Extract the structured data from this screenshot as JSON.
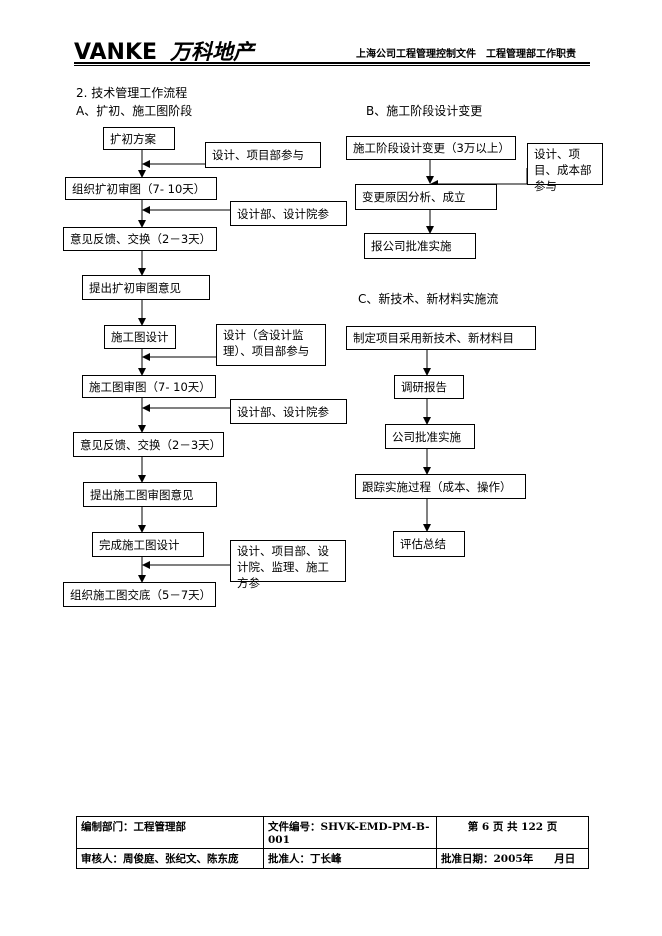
{
  "header": {
    "logo_latin": "VANKE",
    "logo_cn": "万科地产",
    "doc_title": "上海公司工程管理控制文件　工程管理部工作职责"
  },
  "section_title": "2. 技术管理工作流程",
  "flowA": {
    "title": "A、扩初、施工图阶段",
    "steps": [
      "扩初方案",
      "组织扩初审图（7- 10天）",
      "意见反馈、交换（2－3天）",
      "提出扩初审图意见",
      "施工图设计",
      "施工图审图（7- 10天）",
      "意见反馈、交换（2－3天）",
      "提出施工图审图意见",
      "完成施工图设计",
      "组织施工图交底（5－7天）"
    ],
    "side": [
      "设计、项目部参与",
      "设计部、设计院参",
      "设计（含设计监理）、项目部参与",
      "设计部、设计院参",
      "设计、项目部、设计院、监理、施工方参"
    ]
  },
  "flowB": {
    "title": "B、施工阶段设计变更",
    "steps": [
      "施工阶段设计变更（3万以上）",
      "变更原因分析、成立",
      "报公司批准实施"
    ],
    "side": [
      "设计、项目、成本部参与"
    ]
  },
  "flowC": {
    "title": "C、新技术、新材料实施流",
    "steps": [
      "制定项目采用新技术、新材料目",
      "调研报告",
      "公司批准实施",
      "跟踪实施过程（成本、操作）",
      "评估总结"
    ]
  },
  "footer": {
    "dept": "编制部门：工程管理部",
    "doc_no": "文件编号：SHVK-EMD-PM-B-001",
    "page": "第 6 页 共 122 页",
    "reviewers": "审核人：周俊庭、张纪文、陈东庞",
    "approver": "批准人：丁长峰",
    "date": "批准日期：2005年　　月日"
  }
}
